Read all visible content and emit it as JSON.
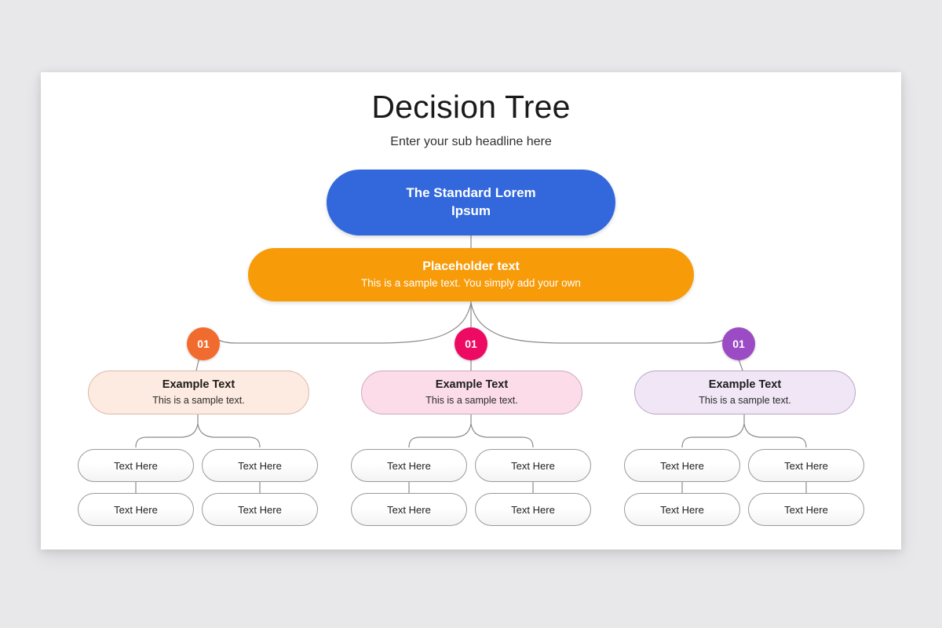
{
  "slide": {
    "title": "Decision Tree",
    "subtitle": "Enter your sub headline here",
    "background_color": "#E8E8EA",
    "panel_color": "#FFFFFF"
  },
  "root": {
    "title": "The Standard Lorem\nIpsum",
    "color": "#3268DC",
    "text_color": "#FFFFFF"
  },
  "second_level": {
    "title": "Placeholder text",
    "subtitle": "This is a sample text. You simply add your own",
    "color": "#F79B09",
    "text_color": "#FFFFFF"
  },
  "branches": [
    {
      "badge": "01",
      "badge_color": "#F26B2E",
      "card_color": "#FDEAE0",
      "title": "Example Text",
      "subtitle": "This is a sample text.",
      "leaves": [
        {
          "label": "Text Here"
        },
        {
          "label": "Text Here"
        },
        {
          "label": "Text Here"
        },
        {
          "label": "Text Here"
        }
      ]
    },
    {
      "badge": "01",
      "badge_color": "#EC0A63",
      "card_color": "#FBDCE8",
      "title": "Example Text",
      "subtitle": "This is a sample text.",
      "leaves": [
        {
          "label": "Text Here"
        },
        {
          "label": "Text Here"
        },
        {
          "label": "Text Here"
        },
        {
          "label": "Text Here"
        }
      ]
    },
    {
      "badge": "01",
      "badge_color": "#9B4BC4",
      "card_color": "#F0E6F6",
      "title": "Example Text",
      "subtitle": "This is a sample text.",
      "leaves": [
        {
          "label": "Text Here"
        },
        {
          "label": "Text Here"
        },
        {
          "label": "Text Here"
        },
        {
          "label": "Text Here"
        }
      ]
    }
  ],
  "connector": {
    "color": "#8A8A8A",
    "width": 1
  }
}
